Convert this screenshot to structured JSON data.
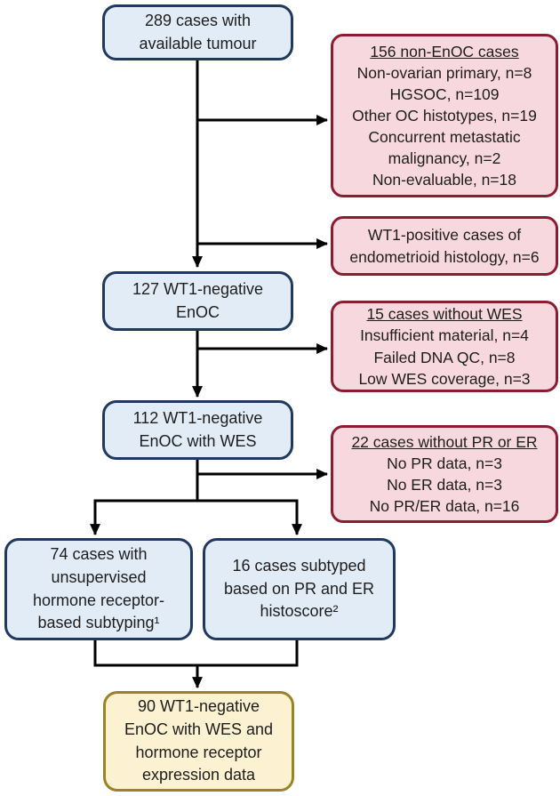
{
  "colors": {
    "blue_fill": "#e2ecf7",
    "blue_border": "#20395f",
    "red_fill": "#f8d8df",
    "red_border": "#8c1c30",
    "yellow_fill": "#fcf1d1",
    "yellow_border": "#9b8324",
    "line": "#000000",
    "text": "#1d1d1d"
  },
  "flow": {
    "cases_289": {
      "lines": [
        "289 cases with",
        "available tumour"
      ]
    },
    "non_enoc_156": {
      "title": "156 non-EnOC cases",
      "items": [
        "Non-ovarian primary, n=8",
        "HGSOC, n=109",
        "Other OC histotypes, n=19",
        "Concurrent metastatic malignancy, n=2",
        "Non-evaluable, n=18"
      ]
    },
    "wt1_positive": {
      "lines": [
        "WT1-positive cases of",
        "endometrioid histology, n=6"
      ]
    },
    "wt1_negative_127": {
      "lines": [
        "127 WT1-negative",
        "EnOC"
      ]
    },
    "without_wes_15": {
      "title": "15 cases without WES",
      "items": [
        "Insufficient material, n=4",
        "Failed DNA QC, n=8",
        "Low WES coverage, n=3"
      ]
    },
    "wes_112": {
      "lines": [
        "112 WT1-negative",
        "EnOC with WES"
      ]
    },
    "without_pr_er_22": {
      "title": "22 cases without PR or ER",
      "items": [
        "No PR data, n=3",
        "No ER data, n=3",
        "No PR/ER data, n=16"
      ]
    },
    "unsupervised_74": {
      "lines": [
        "74 cases with",
        "unsupervised",
        "hormone receptor-",
        "based subtyping¹"
      ]
    },
    "histoscore_16": {
      "lines": [
        "16 cases subtyped",
        "based on PR and ER",
        "histoscore²"
      ]
    },
    "final_90": {
      "lines": [
        "90 WT1-negative",
        "EnOC with WES and",
        "hormone receptor",
        "expression data"
      ]
    }
  }
}
